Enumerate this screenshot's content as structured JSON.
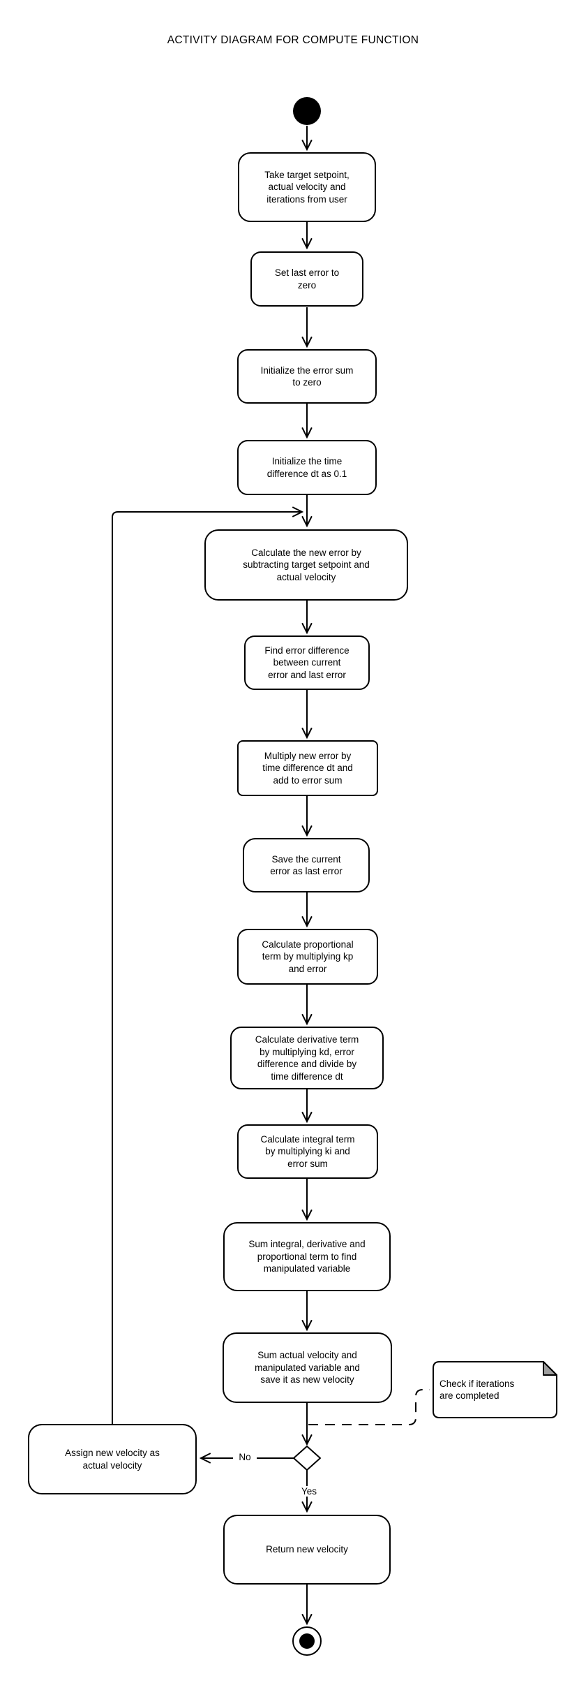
{
  "title": "ACTIVITY DIAGRAM FOR COMPUTE FUNCTION",
  "nodes": {
    "take_input": {
      "label": "Take target setpoint,\nactual velocity and\niterations from user"
    },
    "set_last_error": {
      "label": "Set last error to\nzero"
    },
    "init_error_sum": {
      "label": "Initialize the error sum\nto zero"
    },
    "init_dt": {
      "label": "Initialize the time\ndifference dt as 0.1"
    },
    "calc_new_error": {
      "label": "Calculate the new error by\nsubtracting target setpoint and\nactual velocity"
    },
    "find_error_diff": {
      "label": "Find error difference\nbetween current\nerror and last error"
    },
    "multiply_error": {
      "label": "Multiply new error by\ntime difference dt and\nadd to error sum"
    },
    "save_last_error": {
      "label": "Save the current\nerror as last error"
    },
    "calc_proportional": {
      "label": "Calculate proportional\nterm by multiplying kp\nand error"
    },
    "calc_derivative": {
      "label": "Calculate derivative term\nby multiplying kd, error\ndifference and divide by\ntime difference dt"
    },
    "calc_integral": {
      "label": "Calculate integral term\nby multiplying ki and\nerror sum"
    },
    "sum_terms": {
      "label": "Sum integral, derivative and\nproportional term to find\nmanipulated variable"
    },
    "sum_velocity": {
      "label": "Sum actual velocity and\nmanipulated variable and\nsave it as new velocity"
    },
    "assign_velocity": {
      "label": "Assign new velocity  as\nactual velocity"
    },
    "return_velocity": {
      "label": "Return new velocity"
    }
  },
  "decision": {
    "yes_label": "Yes",
    "no_label": "No"
  },
  "note": {
    "text": "Check if iterations\nare completed"
  },
  "colors": {
    "stroke": "#000000",
    "background": "#ffffff",
    "note_fold": "#9e9e9e"
  }
}
